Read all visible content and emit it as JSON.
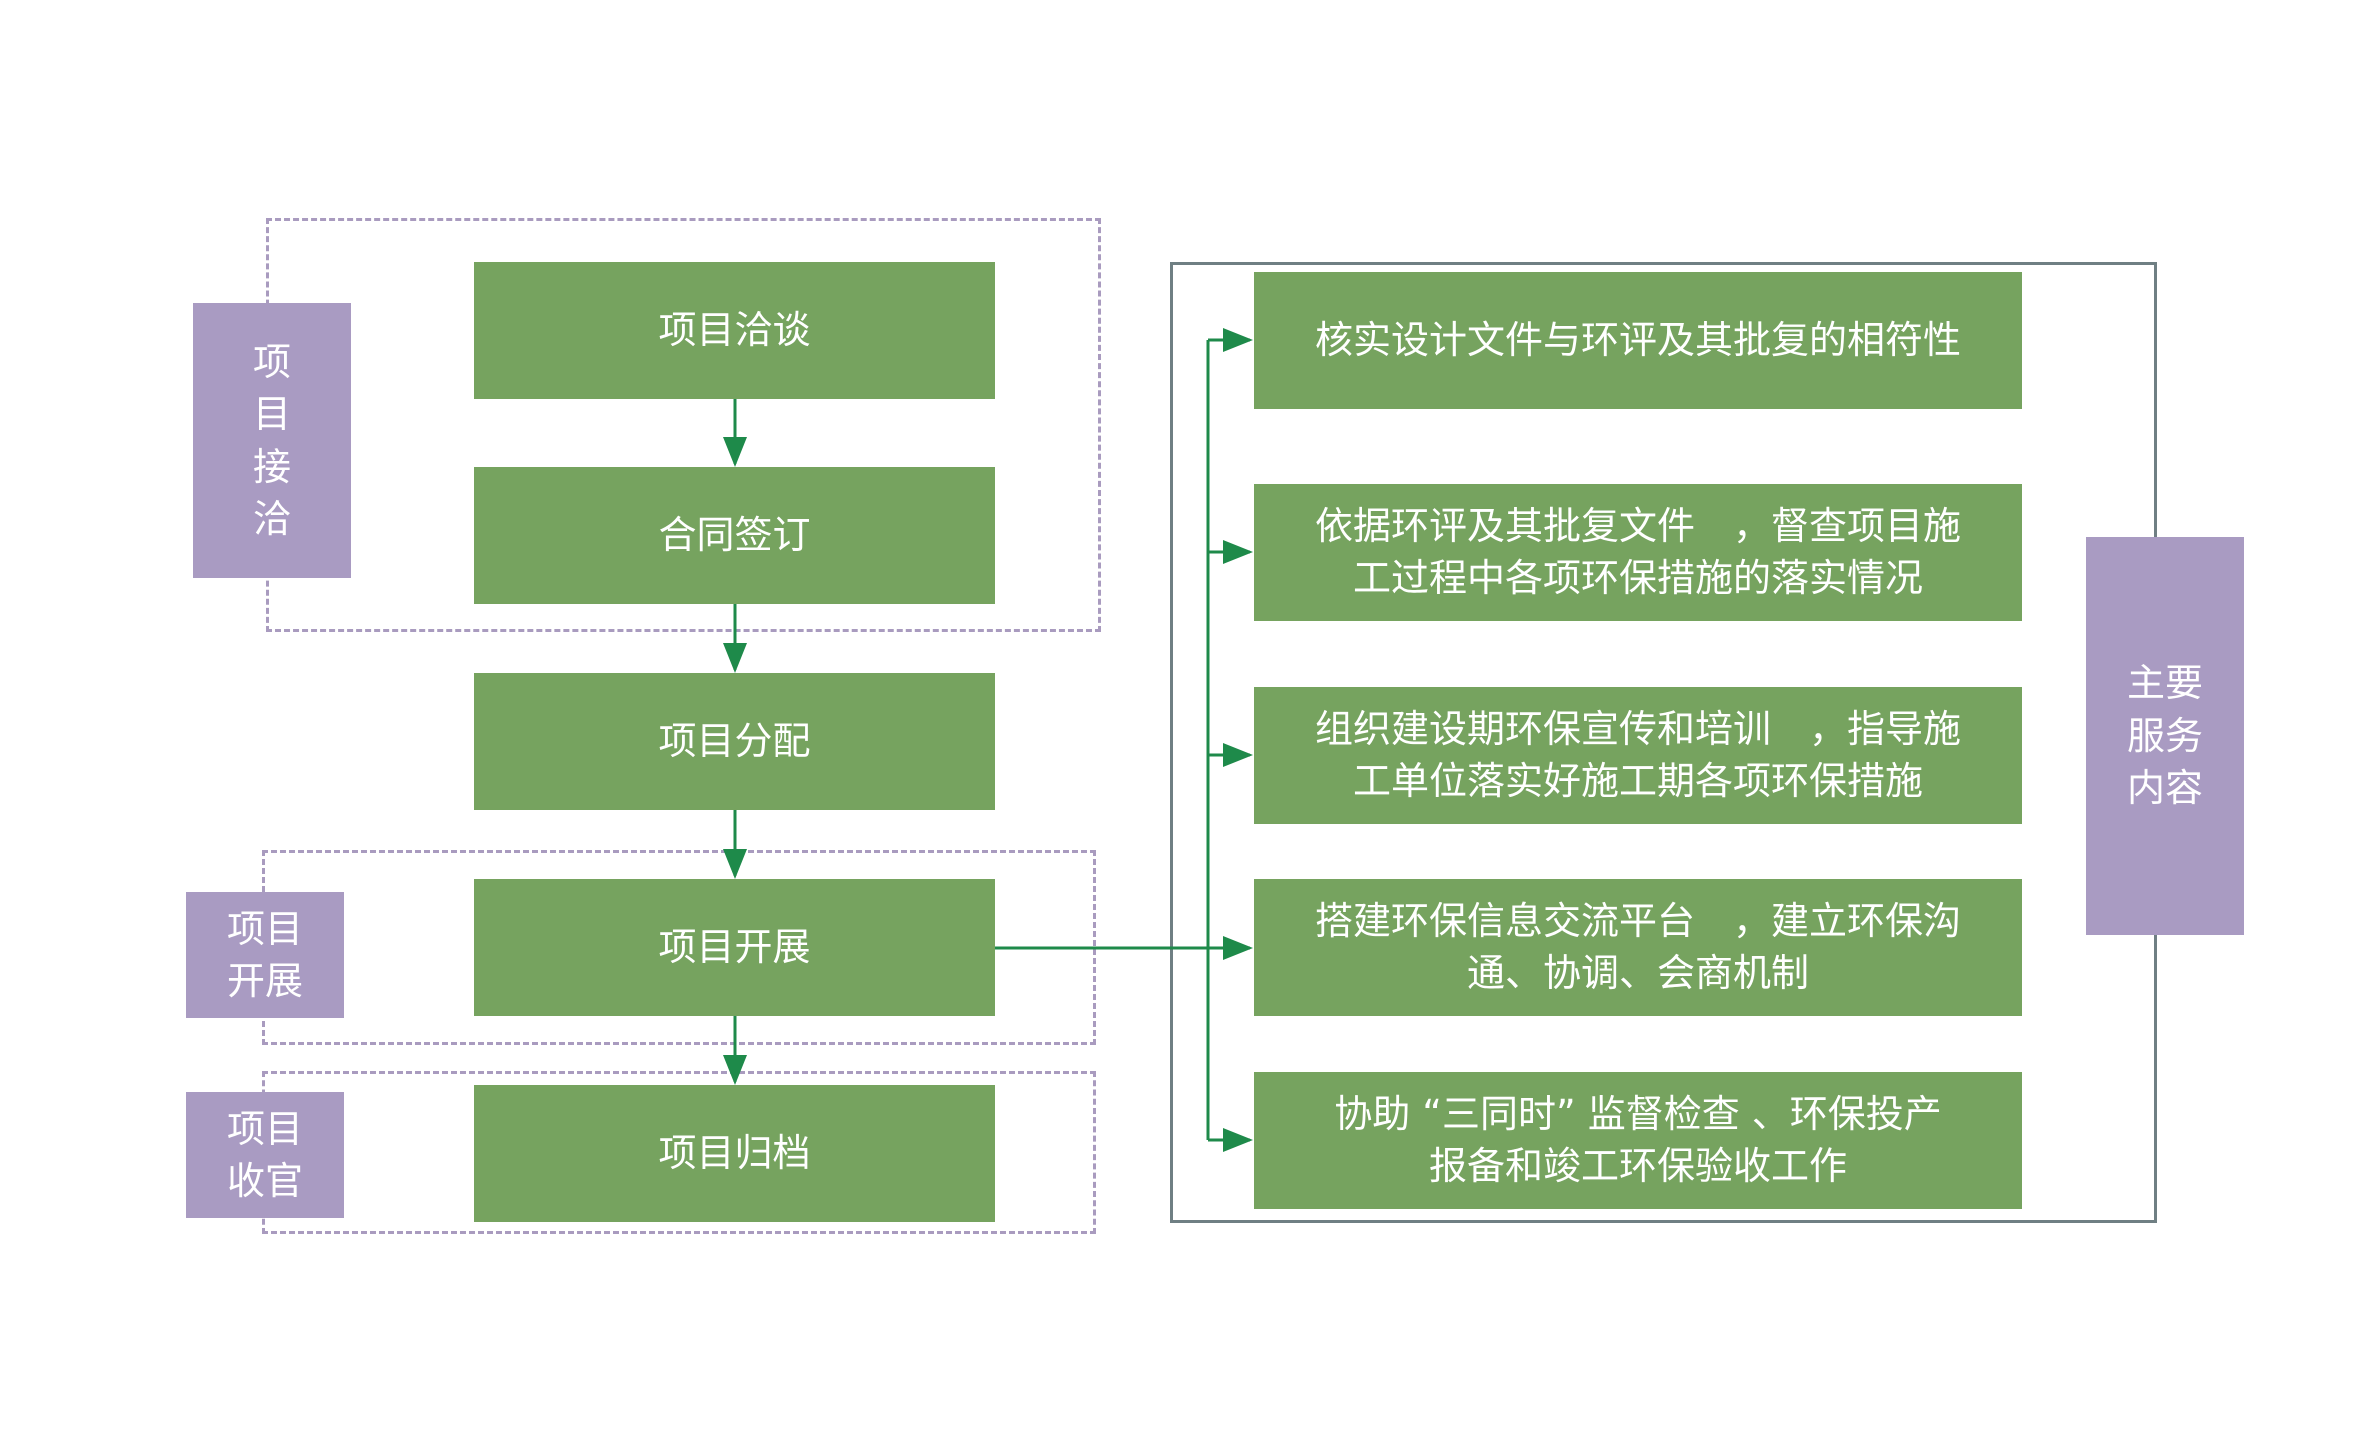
{
  "flow_steps": [
    "项目洽谈",
    "合同签订",
    "项目分配",
    "项目开展",
    "项目归档"
  ],
  "phase_labels": {
    "reception": "项目接洽",
    "execution": "项目开展",
    "closing": "项目收官"
  },
  "services": [
    {
      "lines": [
        "核实设计文件与环评及其批复的相符性"
      ]
    },
    {
      "lines": [
        "依据环评及其批复文件　，督查项目施",
        "工过程中各项环保措施的落实情况"
      ]
    },
    {
      "lines": [
        "组织建设期环保宣传和培训　，指导施",
        "工单位落实好施工期各项环保措施"
      ]
    },
    {
      "lines": [
        "搭建环保信息交流平台　，建立环保沟",
        "通、协调、会商机制"
      ]
    },
    {
      "lines": [
        "协助 “三同时” 监督检查 、环保投产",
        "报备和竣工环保验收工作"
      ]
    }
  ],
  "services_label": "主要服务内容",
  "colors": {
    "step_fill": "#76a35f",
    "label_fill": "#a99bc2",
    "connector": "#1e8a4a",
    "dash_border": "#a99bbf",
    "frame_border": "#6f7f83"
  }
}
